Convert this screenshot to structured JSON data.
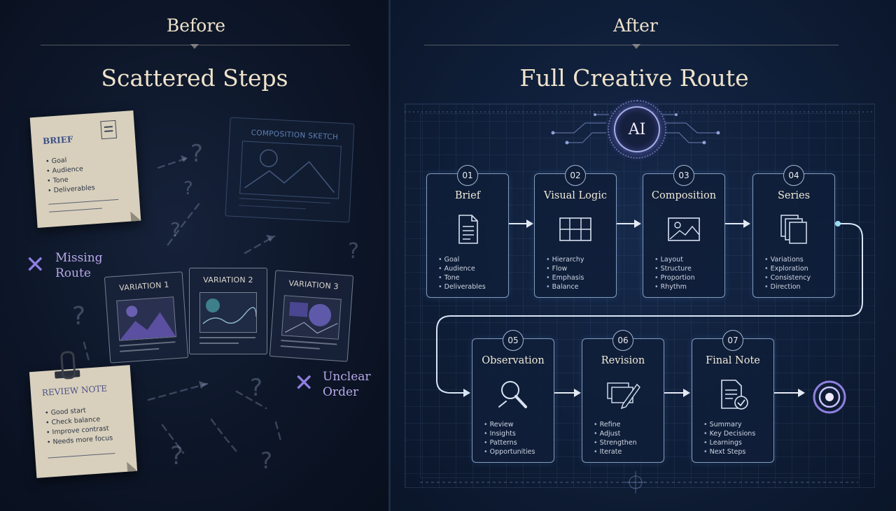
{
  "before": {
    "label": "Before",
    "title": "Scattered Steps",
    "brief": {
      "title": "BRIEF",
      "items": [
        "Goal",
        "Audience",
        "Tone",
        "Deliverables"
      ]
    },
    "composition_sketch_label": "COMPOSITION SKETCH",
    "variations": [
      "VARIATION 1",
      "VARIATION 2",
      "VARIATION 3"
    ],
    "missing_route": [
      "Missing",
      "Route"
    ],
    "unclear_order": [
      "Unclear",
      "Order"
    ],
    "review_note": {
      "title": "REVIEW NOTE",
      "items": [
        "Good start",
        "Check balance",
        "Improve contrast",
        "Needs more focus"
      ]
    },
    "question_mark": "?"
  },
  "after": {
    "label": "After",
    "title": "Full Creative Route",
    "ai_label": "AI",
    "steps": [
      {
        "num": "01",
        "title": "Brief",
        "icon": "document-icon",
        "items": [
          "Goal",
          "Audience",
          "Tone",
          "Deliverables"
        ]
      },
      {
        "num": "02",
        "title": "Visual Logic",
        "icon": "grid-layout-icon",
        "items": [
          "Hierarchy",
          "Flow",
          "Emphasis",
          "Balance"
        ]
      },
      {
        "num": "03",
        "title": "Composition",
        "icon": "image-frame-icon",
        "items": [
          "Layout",
          "Structure",
          "Proportion",
          "Rhythm"
        ]
      },
      {
        "num": "04",
        "title": "Series",
        "icon": "stacked-pages-icon",
        "items": [
          "Variations",
          "Exploration",
          "Consistency",
          "Direction"
        ]
      },
      {
        "num": "05",
        "title": "Observation",
        "icon": "magnifier-icon",
        "items": [
          "Review",
          "Insights",
          "Patterns",
          "Opportunities"
        ]
      },
      {
        "num": "06",
        "title": "Revision",
        "icon": "pencil-layers-icon",
        "items": [
          "Refine",
          "Adjust",
          "Strengthen",
          "Iterate"
        ]
      },
      {
        "num": "07",
        "title": "Final Note",
        "icon": "checked-document-icon",
        "items": [
          "Summary",
          "Key Decisions",
          "Learnings",
          "Next Steps"
        ]
      }
    ],
    "end_icon": "target-icon"
  },
  "colors": {
    "background_left": "#0d1628",
    "background_right": "#0f1e38",
    "heading": "#efe3cb",
    "accent_purple": "#8f7fe0",
    "card_border": "#aac8eb",
    "paper": "#d8d0bc"
  }
}
